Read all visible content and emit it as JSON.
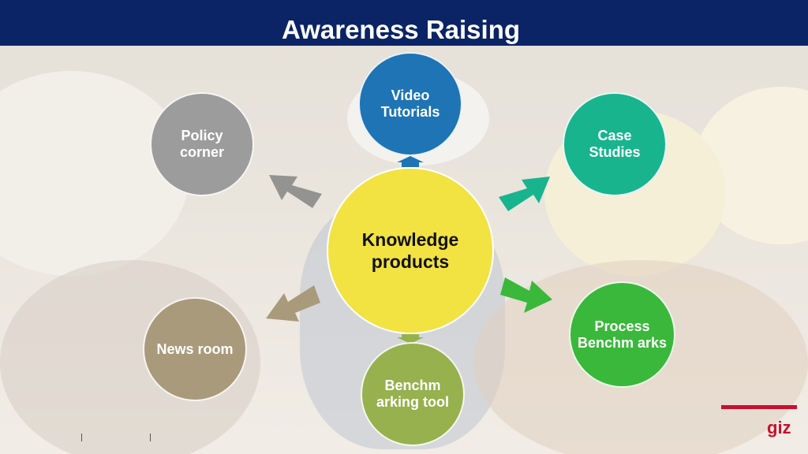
{
  "slide": {
    "title": "Awareness Raising"
  },
  "diagram": {
    "center": {
      "label": "Knowledge products",
      "color": "#f2e242"
    },
    "nodes": [
      {
        "id": "video",
        "label": "Video Tutorials",
        "color": "#1e74b5"
      },
      {
        "id": "policy",
        "label": "Policy corner",
        "color": "#9c9c9c"
      },
      {
        "id": "case",
        "label": "Case Studies",
        "color": "#18b48e"
      },
      {
        "id": "news",
        "label": "News room",
        "color": "#a99a7c"
      },
      {
        "id": "process",
        "label": "Process Benchm arks",
        "color": "#3ab83b"
      },
      {
        "id": "bench",
        "label": "Benchm arking tool",
        "color": "#96b14e"
      }
    ]
  },
  "branding": {
    "logo_text": "giz",
    "accent_color": "#c8102e",
    "header_color": "#0b2466"
  }
}
